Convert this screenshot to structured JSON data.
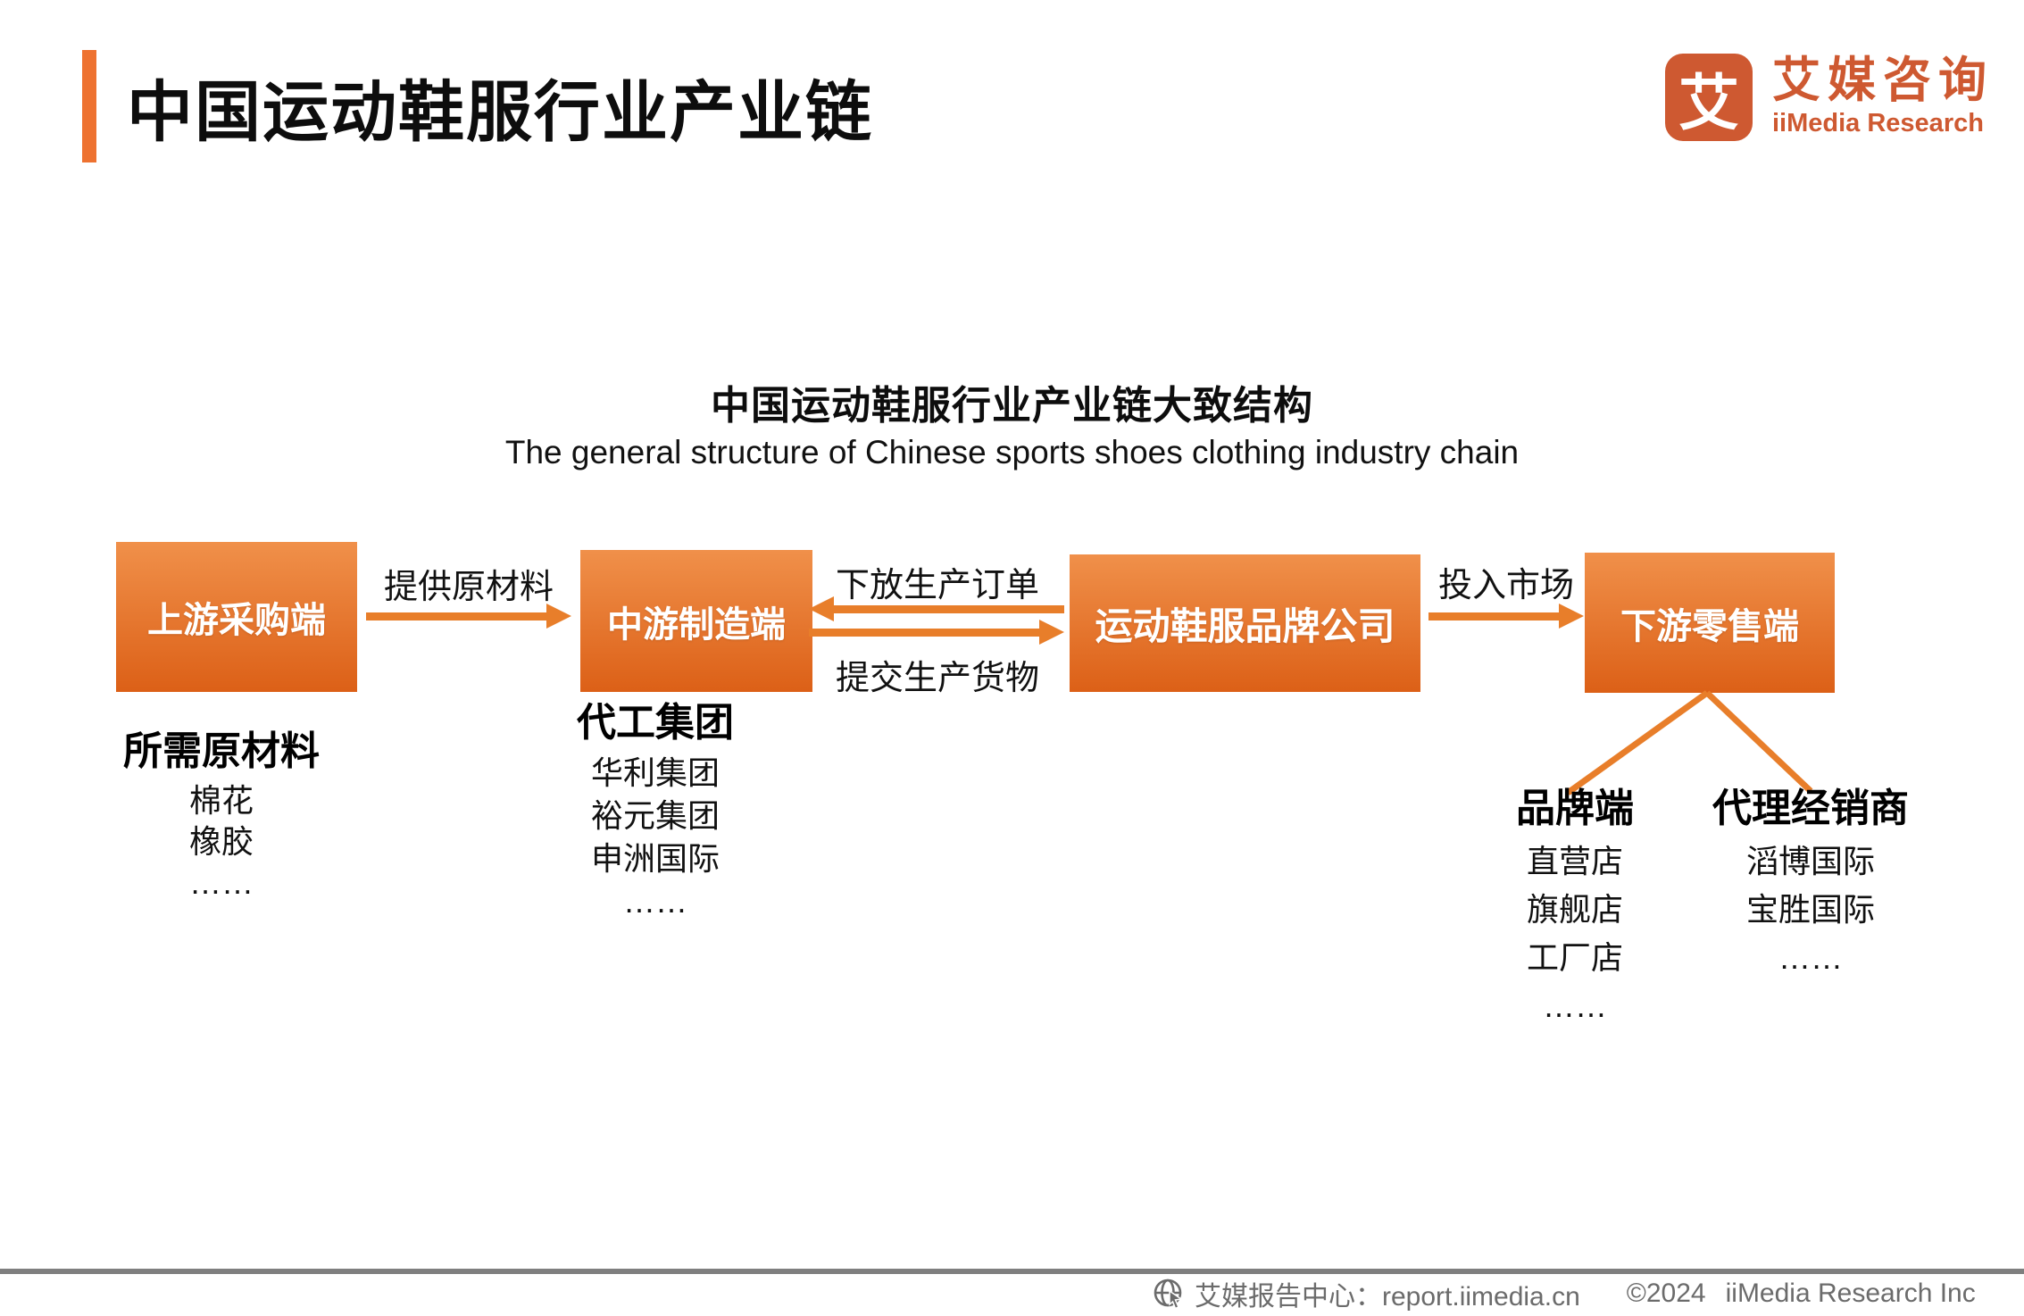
{
  "page": {
    "title": "中国运动鞋服行业产业链"
  },
  "logo": {
    "icon_char": "艾",
    "name_cn": "艾媒咨询",
    "name_en": "iiMedia Research"
  },
  "subtitle": {
    "cn": "中国运动鞋服行业产业链大致结构",
    "en": "The general structure of Chinese sports shoes clothing industry chain"
  },
  "diagram": {
    "nodes": [
      {
        "label": "上游采购端"
      },
      {
        "label": "中游制造端"
      },
      {
        "label": "运动鞋服品牌公司"
      },
      {
        "label": "下游零售端"
      }
    ],
    "arrows": {
      "supply_label": "提供原材料",
      "orders_label": "下放生产订单",
      "goods_label": "提交生产货物",
      "market_label": "投入市场"
    },
    "columns": [
      {
        "heading": "所需原材料",
        "items": [
          "棉花",
          "橡胶",
          "……"
        ]
      },
      {
        "heading": "代工集团",
        "items": [
          "华利集团",
          "裕元集团",
          "申洲国际",
          "……"
        ]
      },
      {
        "heading": "品牌端",
        "items": [
          "直营店",
          "旗舰店",
          "工厂店",
          "……"
        ]
      },
      {
        "heading": "代理经销商",
        "items": [
          "滔博国际",
          "宝胜国际",
          "……"
        ]
      }
    ]
  },
  "footer": {
    "report_center": "艾媒报告中心：report.iimedia.cn",
    "copyright": "©2024",
    "company": "iiMedia Research Inc"
  },
  "colors": {
    "accent_bar": "#EE7230",
    "box_gradient_top": "#F0904A",
    "box_gradient_bottom": "#DC6017",
    "arrow": "#E87E2A",
    "logo": "#CE5931",
    "footer_text": "#6B6B6B",
    "footer_line": "#7F7F7F"
  }
}
